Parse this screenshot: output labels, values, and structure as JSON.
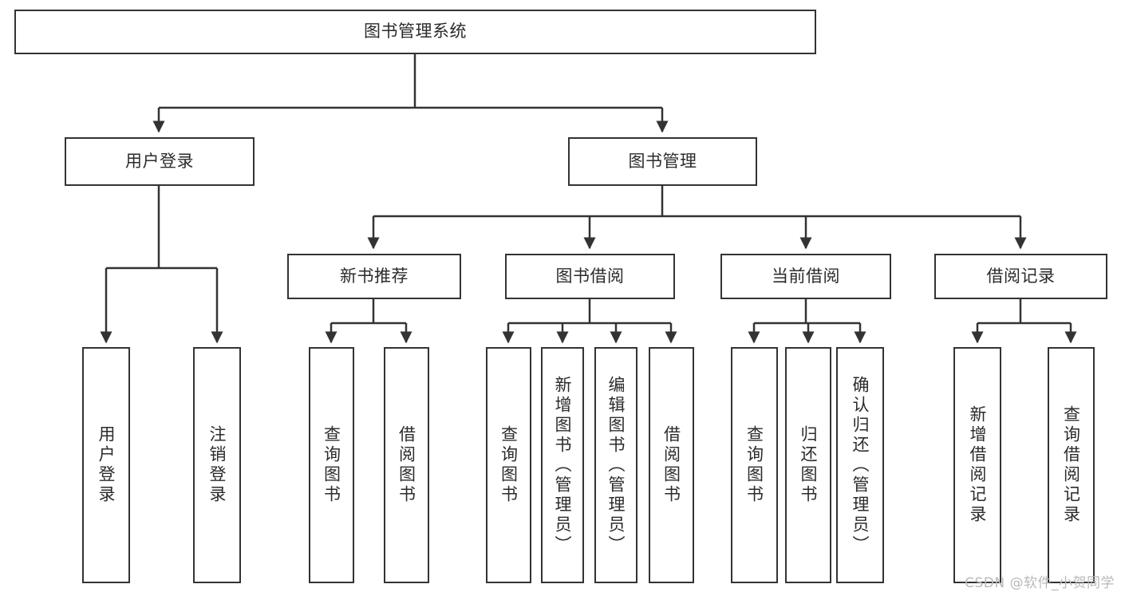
{
  "diagram": {
    "title": "图书管理系统",
    "type": "tree-hierarchy",
    "stroke_color": "#333333",
    "text_color": "#2b2b2b",
    "background_color": "#ffffff",
    "root": {
      "label": "图书管理系统"
    },
    "level2": [
      {
        "label": "用户登录"
      },
      {
        "label": "图书管理"
      }
    ],
    "level3": [
      {
        "label": "新书推荐"
      },
      {
        "label": "图书借阅"
      },
      {
        "label": "当前借阅"
      },
      {
        "label": "借阅记录"
      }
    ],
    "leaves": {
      "user_login": [
        {
          "label": "用户登录"
        },
        {
          "label": "注销登录"
        }
      ],
      "new_book_recommend": [
        {
          "label": "查询图书"
        },
        {
          "label": "借阅图书"
        }
      ],
      "book_borrow": [
        {
          "label": "查询图书"
        },
        {
          "label": "新增图书（管理员）"
        },
        {
          "label": "编辑图书（管理员）"
        },
        {
          "label": "借阅图书"
        }
      ],
      "current_borrow": [
        {
          "label": "查询图书"
        },
        {
          "label": "归还图书"
        },
        {
          "label": "确认归还（管理员）"
        }
      ],
      "borrow_record": [
        {
          "label": "新增借阅记录"
        },
        {
          "label": "查询借阅记录"
        }
      ]
    }
  },
  "watermark": {
    "text": "CSDN @软件_小贺同学"
  }
}
